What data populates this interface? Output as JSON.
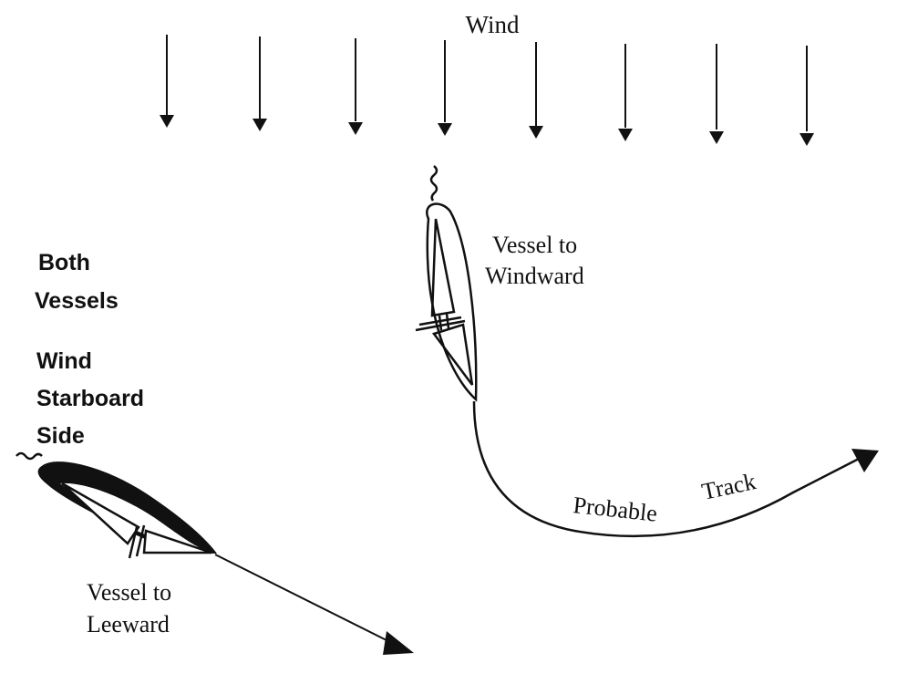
{
  "wind_label": "Wind",
  "conditions": {
    "line1": "Both",
    "line2": "Vessels",
    "line3": "Wind",
    "line4": "Starboard",
    "line5": "Side"
  },
  "windward_vessel": {
    "line1": "Vessel to",
    "line2": "Windward"
  },
  "leeward_vessel": {
    "line1": "Vessel to",
    "line2": "Leeward"
  },
  "track_label": {
    "word1": "Probable",
    "word2": "Track"
  },
  "colors": {
    "ink": "#111111",
    "background": "#ffffff"
  }
}
